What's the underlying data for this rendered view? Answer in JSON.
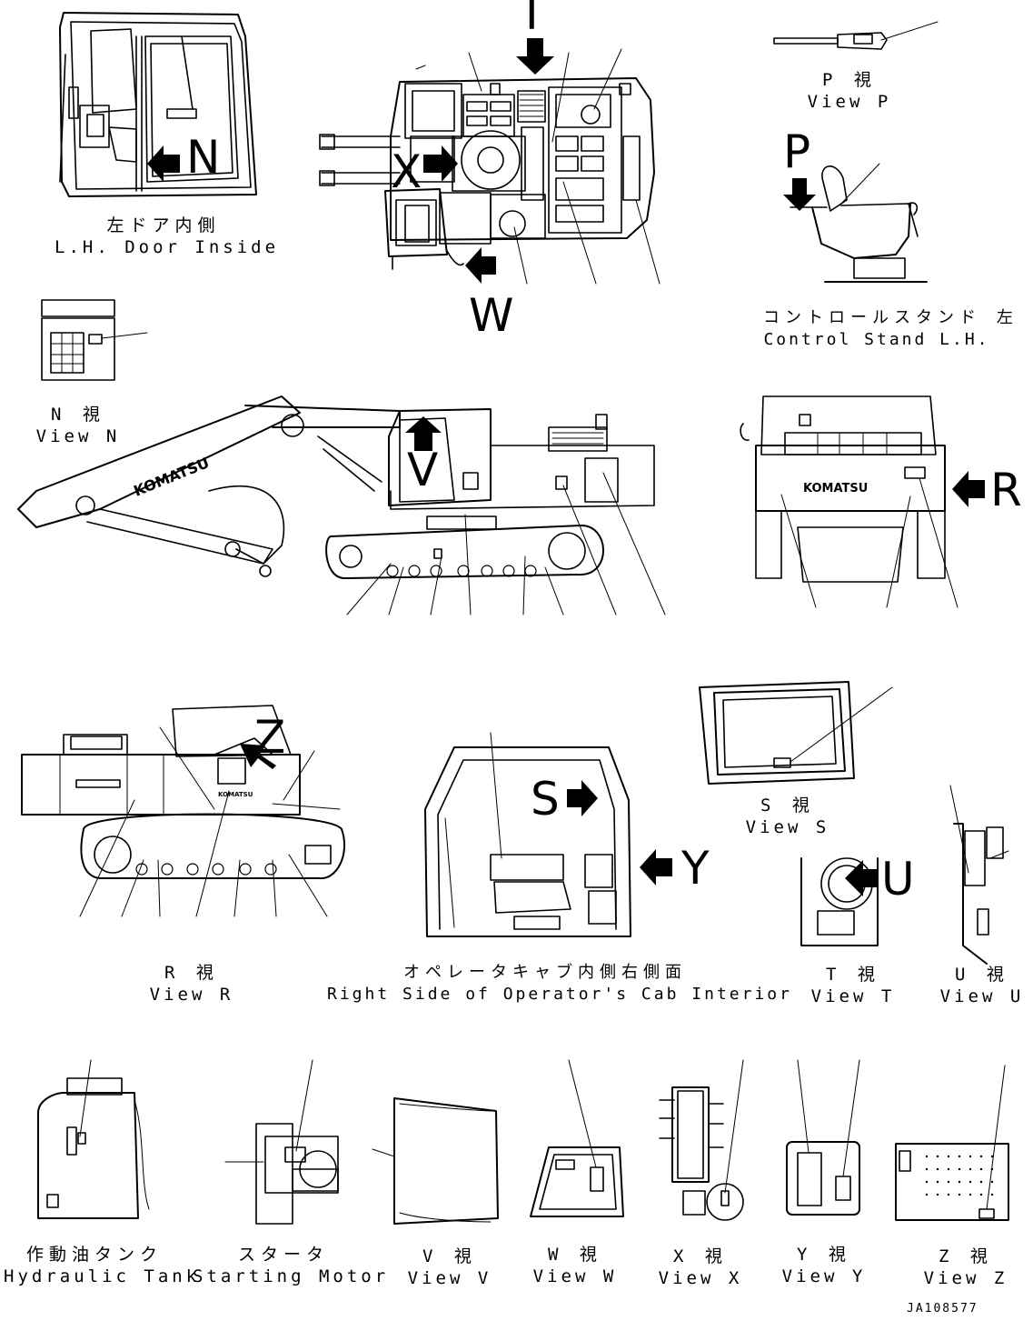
{
  "views": {
    "door": {
      "ja": "左ドア内側",
      "en": "L.H. Door Inside"
    },
    "stand": {
      "ja": "コントロールスタンド 左",
      "en": "Control Stand L.H."
    },
    "p": {
      "ja": "P 視",
      "en": "View P"
    },
    "n": {
      "ja": "N 視",
      "en": "View N"
    },
    "r": {
      "ja": "R 視",
      "en": "View R"
    },
    "cab": {
      "ja": "オペレータキャブ内側右側面",
      "en": "Right Side of Operator's Cab Interior"
    },
    "s": {
      "ja": "S 視",
      "en": "View S"
    },
    "t": {
      "ja": "T 視",
      "en": "View T"
    },
    "u": {
      "ja": "U 視",
      "en": "View U"
    },
    "tank": {
      "ja": "作動油タンク",
      "en": "Hydraulic Tank"
    },
    "starter": {
      "ja": "スタータ",
      "en": "Starting Motor"
    },
    "v": {
      "ja": "V 視",
      "en": "View V"
    },
    "w": {
      "ja": "W 視",
      "en": "View W"
    },
    "x": {
      "ja": "X 視",
      "en": "View X"
    },
    "y": {
      "ja": "Y 視",
      "en": "View Y"
    },
    "z": {
      "ja": "Z 視",
      "en": "View Z"
    }
  },
  "arrow_letters": {
    "n": "N",
    "t": "T",
    "x": "X",
    "w": "W",
    "p": "P",
    "v": "V",
    "r": "R",
    "z": "Z",
    "s": "S",
    "y": "Y",
    "u": "U"
  },
  "brand": "KOMATSU",
  "drawing_number": "JA108577"
}
